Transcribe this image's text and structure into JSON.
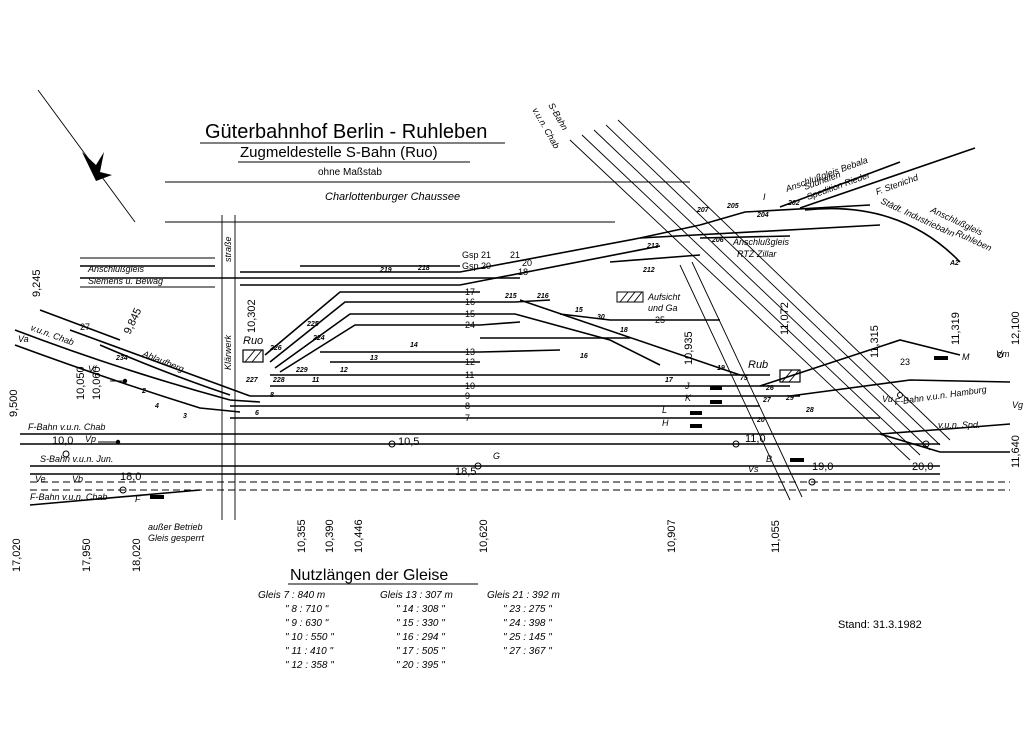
{
  "title": "Güterbahnhof Berlin - Ruhleben",
  "subtitle": "Zugmeldestelle S-Bahn (Ruo)",
  "scale_note": "ohne Maßstab",
  "road": "Charlottenburger Chaussee",
  "street": "straße",
  "klaerwerk": "Klärwerk",
  "labels": {
    "anschluss_siemens": "Anschlußgleis",
    "anschluss_siemens2": "Siemens u. Bewag",
    "ablaufberg": "Ablaufberg",
    "sbahn_chab": "S-Bahn",
    "sbahn_chab2": "v.u.n. Chab",
    "anschluss_bebala": "Anschlußgleis Bebala",
    "suedhafen": "Südhafen",
    "spedition": "Spedition Rieder",
    "stenichd": "F. Stenichd",
    "anschluss_industrie": "Anschlußgleis",
    "industrie2": "Städt. Industriebahn",
    "ruhleben": "Ruhleben",
    "rtz": "Anschlußgleis",
    "rtz2": "RTZ Zillar",
    "aufsicht": "Aufsicht",
    "aufsicht2": "und Ga",
    "fbahn_chab": "F-Bahn v.u.n. Chab",
    "sbahn_jun": "S-Bahn v.u.n. Jun.",
    "fbahn_chab_b": "F-Bahn v.u.n. Chab",
    "ausser_betrieb": "außer Betrieb",
    "gleis_gesperrt": "Gleis gesperrt",
    "fbahn_hamburg": "F-Bahn v.u.n. Hamburg",
    "vun_spd": "v.u.n. Spd.",
    "vun_chab_left": "v.u.n. Chab",
    "ruo": "Ruo",
    "rub": "Rub",
    "stand": "Stand: 31.3.1982"
  },
  "km_vertical": [
    "9,245",
    "9,845",
    "9,500",
    "10,050",
    "10,060",
    "10,302",
    "10,355",
    "10,390",
    "10,446",
    "10,620",
    "10,907",
    "10,935",
    "11,055",
    "11,072",
    "11,315",
    "11,319",
    "12,100",
    "11,640",
    "17,020",
    "17,950",
    "18,020"
  ],
  "km_horizontal": [
    "10,0",
    "10,5",
    "11,0",
    "18,0",
    "18,5",
    "19,0",
    "20,0"
  ],
  "track_numbers": [
    "27",
    "21",
    "20",
    "18",
    "17",
    "16",
    "15",
    "24",
    "13",
    "12",
    "11",
    "10",
    "9",
    "8",
    "7",
    "25",
    "23"
  ],
  "switch_numbers": [
    "219",
    "218",
    "213",
    "212",
    "207",
    "205",
    "204",
    "202",
    "206",
    "215",
    "216",
    "15",
    "30",
    "18",
    "225",
    "224",
    "226",
    "227",
    "228",
    "229",
    "11",
    "12",
    "13",
    "14",
    "16",
    "17",
    "19",
    "26",
    "27",
    "28",
    "29",
    "20",
    "2",
    "3",
    "4",
    "6",
    "8",
    "234",
    "75",
    "A2"
  ],
  "signals": [
    "Vs",
    "Va",
    "Vf",
    "Ve",
    "Vb",
    "F",
    "Vm",
    "M",
    "Vu",
    "Vg",
    "Vs",
    "B",
    "G",
    "J",
    "K",
    "L",
    "H",
    "Vp",
    "1",
    "2",
    "I",
    "Gsp 21",
    "Gsp 20"
  ],
  "table_title": "Nutzlängen der Gleise",
  "table": [
    [
      "Gleis  7 : 840 m",
      "Gleis 13 : 307 m",
      "Gleis 21 : 392 m"
    ],
    [
      "\"  8 : 710 \"",
      "\" 14 : 308 \"",
      "\" 23 : 275 \""
    ],
    [
      "\"  9 : 630 \"",
      "\" 15 : 330 \"",
      "\" 24 : 398 \""
    ],
    [
      "\" 10 : 550 \"",
      "\" 16 : 294 \"",
      "\" 25 : 145 \""
    ],
    [
      "\" 11 : 410 \"",
      "\" 17 : 505 \"",
      "\" 27 : 367 \""
    ],
    [
      "\" 12 : 358 \"",
      "\" 20 : 395 \"",
      ""
    ]
  ]
}
